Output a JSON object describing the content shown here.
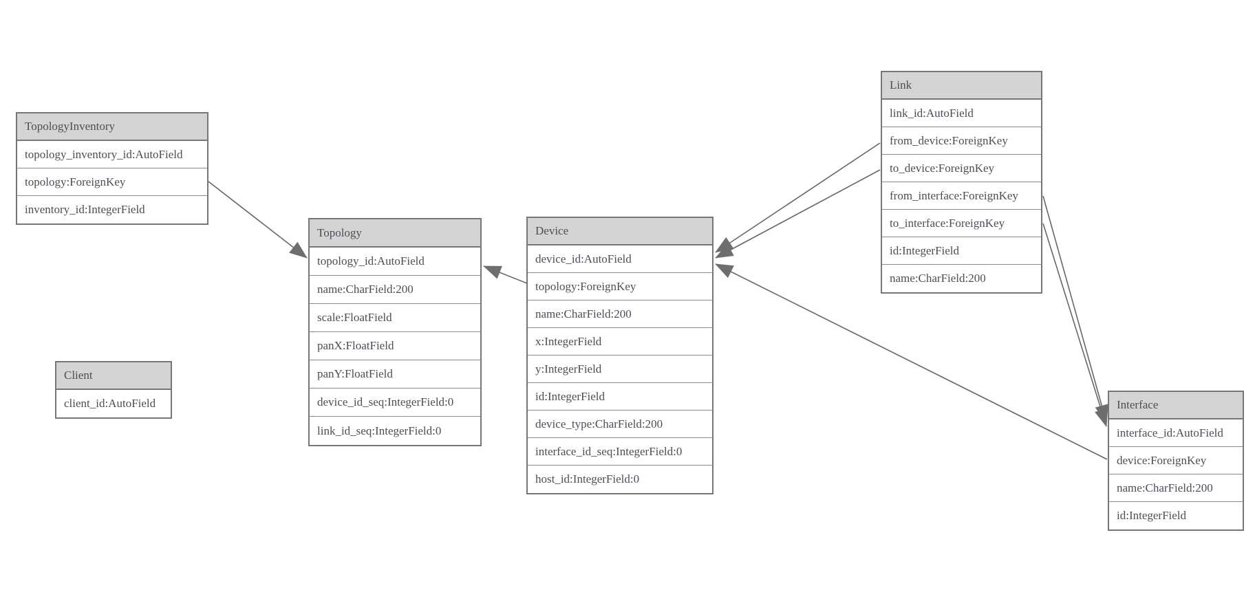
{
  "diagram": {
    "entities": [
      {
        "title": "TopologyInventory",
        "fields": [
          "topology_inventory_id:AutoField",
          "topology:ForeignKey",
          "inventory_id:IntegerField"
        ]
      },
      {
        "title": "Client",
        "fields": [
          "client_id:AutoField"
        ]
      },
      {
        "title": "Topology",
        "fields": [
          "topology_id:AutoField",
          "name:CharField:200",
          "scale:FloatField",
          "panX:FloatField",
          "panY:FloatField",
          "device_id_seq:IntegerField:0",
          "link_id_seq:IntegerField:0"
        ]
      },
      {
        "title": "Device",
        "fields": [
          "device_id:AutoField",
          "topology:ForeignKey",
          "name:CharField:200",
          "x:IntegerField",
          "y:IntegerField",
          "id:IntegerField",
          "device_type:CharField:200",
          "interface_id_seq:IntegerField:0",
          "host_id:IntegerField:0"
        ]
      },
      {
        "title": "Link",
        "fields": [
          "link_id:AutoField",
          "from_device:ForeignKey",
          "to_device:ForeignKey",
          "from_interface:ForeignKey",
          "to_interface:ForeignKey",
          "id:IntegerField",
          "name:CharField:200"
        ]
      },
      {
        "title": "Interface",
        "fields": [
          "interface_id:AutoField",
          "device:ForeignKey",
          "name:CharField:200",
          "id:IntegerField"
        ]
      }
    ],
    "relationships": [
      {
        "from": "TopologyInventory.topology",
        "to": "Topology"
      },
      {
        "from": "Device.topology",
        "to": "Topology"
      },
      {
        "from": "Link.from_device",
        "to": "Device"
      },
      {
        "from": "Link.to_device",
        "to": "Device"
      },
      {
        "from": "Interface.device",
        "to": "Device"
      },
      {
        "from": "Link.from_interface",
        "to": "Interface"
      },
      {
        "from": "Link.to_interface",
        "to": "Interface"
      }
    ],
    "colors": {
      "background": "#ffffff",
      "header_fill": "#d4d4d4",
      "border": "#767676",
      "text": "#4d4d57",
      "edge": "#666666",
      "arrow_fill": "#6e6e6e"
    }
  }
}
